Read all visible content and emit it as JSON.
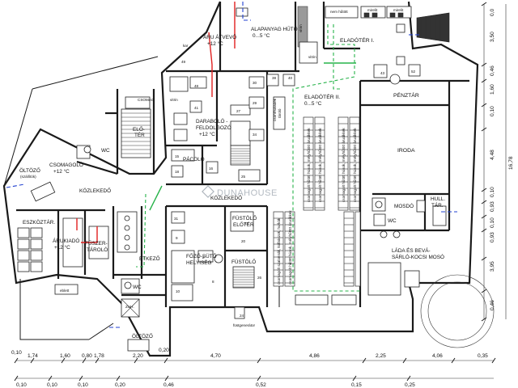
{
  "rooms": {
    "aru_atvevo": [
      "ÁRU ÁTVEVŐ",
      "+12 °C"
    ],
    "alapanyag_huto": [
      "ALAPANYAG HŰTŐ",
      "0...5 °C"
    ],
    "eladoter_1": "ELADÓTÉR I.",
    "penztar": "PÉNZTÁR",
    "eladoter_2": [
      "ELADÓTÉR II.",
      "0...5 °C"
    ],
    "iroda": "IRODA",
    "daraboló": [
      "DARABOLÓ -",
      "FELDOLGOZÓ",
      "+12 °C"
    ],
    "csomagolo": [
      "CSOMAGOLÓ",
      "+12 °C"
    ],
    "wc_upper": "WC",
    "oltozo_left": [
      "ÖLTÖZŐ",
      "(szállítók)"
    ],
    "kozlekedo_left": "KÖZLEKEDŐ",
    "eloter_top": [
      "ELŐ-",
      "TÉR"
    ],
    "csomag_small": "CSOMAG",
    "pacolo": "PÁCOLÓ",
    "kozlekedo_mid": "KÖZLEKEDŐ",
    "eszkoz_tar": "ESZKÖZTÁR.",
    "arukiado": [
      "ÁRUKIADÓ",
      "+12 °C"
    ],
    "fuszer_tarolo": [
      "FŰSZER-",
      "TÁROLÓ"
    ],
    "etkezo": "ÉTKEZŐ",
    "wc_mid": "WC",
    "zuh": "ZUH.",
    "oltozo_bottom": "ÖLTÖZŐ",
    "fozo_suto": [
      "FŐZŐ-SÜTŐ",
      "HELYISÉG"
    ],
    "fustolo_eloter": [
      "FÜSTÖLŐ",
      "ELŐTÉR"
    ],
    "fustolo": "FÜSTÖLŐ",
    "mosdo": "MOSDÓ",
    "hull_tar": [
      "HULL.",
      "TÁR."
    ],
    "wc_right": "WC",
    "lada_mosó": [
      "LÁDA ÉS BEVÁ-",
      "SÁRLÓ-KOCSI MOSÓ"
    ]
  },
  "small_labels": {
    "nem_hutott": "nem hűtött",
    "mirelit_1": "mirelit",
    "mirelit_2": "mirelit",
    "vitrin_1": "vitrin",
    "vitrin_2": "vitrin",
    "vitrin_3": "vitrin",
    "csonthulladek": [
      "csonthulladék",
      "tároló"
    ],
    "kar": "kar",
    "ebleti": "eblett",
    "fustgenerator": "füstgenerátor"
  },
  "vertical_labels": {
    "v1": "csomagolt hűtött húsok, mélyhűtött árucikkek",
    "v2": "csomagolt hűtött húsok, mélyhűtött árucikkek",
    "v3": "csomagolt hűtött húsok, mélyhűtött árucikkek",
    "v4": "csomagolt hűtött húsok, mélyhűtött árucikkek",
    "v5": "csomagolt szalonnák, kolbászok, hurkák",
    "v6": "csomagolt hűtött húsok, mélyhűtött árucikkek"
  },
  "numbers": {
    "n49": "49",
    "n48": "48",
    "n41": "41",
    "n30": "30",
    "n29": "29",
    "n34": "34",
    "n27": "27",
    "n15": "15",
    "n18": "18",
    "n16": "16",
    "n25": "25",
    "n31": "31",
    "n9": "9",
    "n2": "2",
    "n8": "8",
    "n10": "10",
    "n23": "23",
    "n20": "20",
    "n26": "26",
    "n24": "24",
    "n38": "38",
    "n40": "40",
    "n43": "43",
    "n52": "52"
  },
  "dims_bottom_top": [
    "0,10",
    "1,74",
    "1,60",
    "0,80",
    "1,78",
    "2,20",
    "0,20",
    "4,70",
    "4,86",
    "2,25",
    "4,06",
    "0,35"
  ],
  "dims_bottom_low": [
    "0,10",
    "0,10",
    "0,10",
    "0,20",
    "0,46",
    "0,52",
    "0,15",
    "0,25"
  ],
  "dims_right": [
    "0,0",
    "3,50",
    "0,46",
    "1,60",
    "0,10",
    "4,48",
    "16,78",
    "0,10",
    "0,93",
    "0,10",
    "0,93",
    "3,95",
    "0,46"
  ],
  "watermark": "DUNAHOUSE"
}
